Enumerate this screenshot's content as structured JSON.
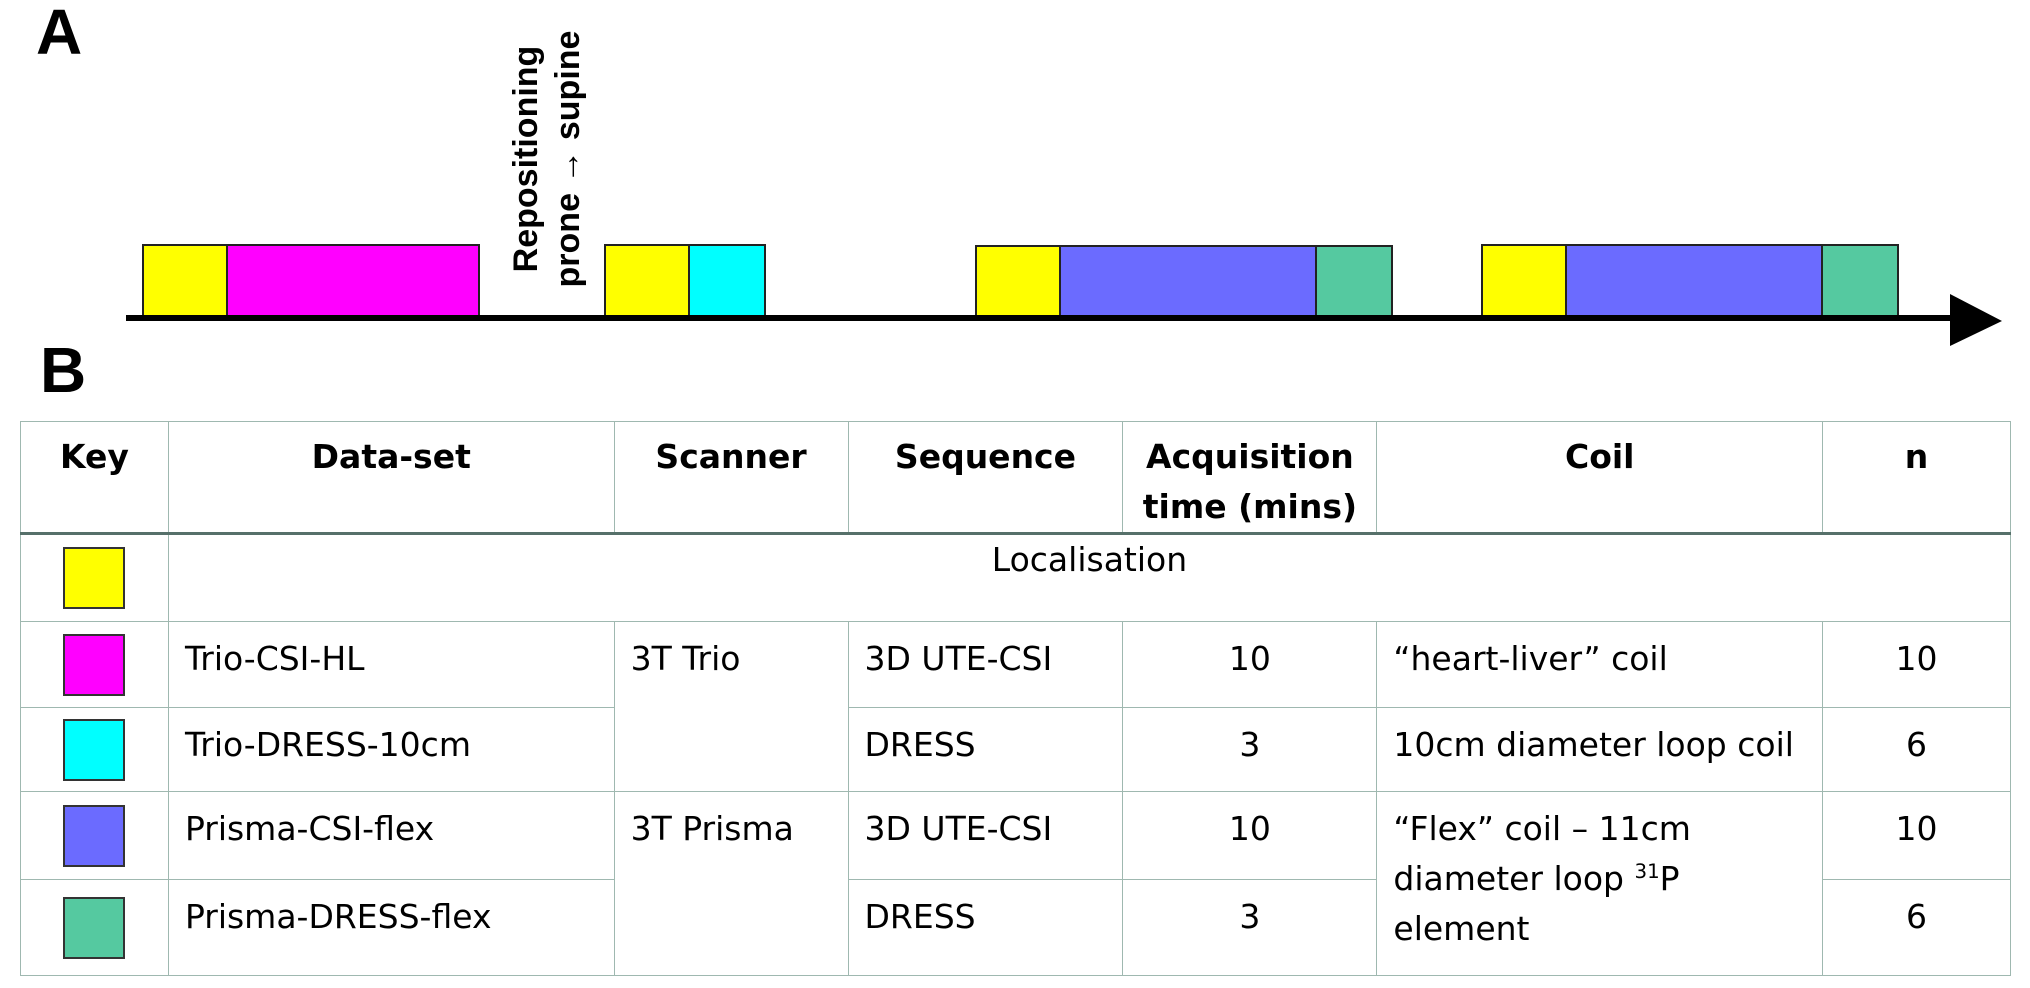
{
  "panel_a": {
    "label": "A",
    "repositioning_line1": "Repositioning",
    "repositioning_line2": "prone → supine"
  },
  "panel_b": {
    "label": "B"
  },
  "colors": {
    "localisation": "#FFFF00",
    "trio_csi_hl": "#FF00FF",
    "trio_dress_10cm": "#00FFFF",
    "prisma_csi_flex": "#6B6BFF",
    "prisma_dress_flex": "#55C9A0"
  },
  "timeline_blocks": [
    {
      "key": "localisation"
    },
    {
      "key": "trio_csi_hl"
    },
    {
      "key": "localisation"
    },
    {
      "key": "trio_dress_10cm"
    },
    {
      "key": "localisation"
    },
    {
      "key": "prisma_csi_flex"
    },
    {
      "key": "prisma_dress_flex"
    },
    {
      "key": "localisation"
    },
    {
      "key": "prisma_csi_flex"
    },
    {
      "key": "prisma_dress_flex"
    }
  ],
  "table": {
    "headers": {
      "key": "Key",
      "dataset": "Data-set",
      "scanner": "Scanner",
      "sequence": "Sequence",
      "acq_line1": "Acquisition",
      "acq_line2": "time (mins)",
      "coil": "Coil",
      "n": "n"
    },
    "localisation": "Localisation",
    "rows": [
      {
        "dataset": "Trio-CSI-HL",
        "sequence": "3D UTE-CSI",
        "time": "10",
        "coil": "“heart-liver” coil",
        "n": "10"
      },
      {
        "dataset": "Trio-DRESS-10cm",
        "sequence": "DRESS",
        "time": "3",
        "coil": "10cm diameter loop coil",
        "n": "6"
      },
      {
        "dataset": "Prisma-CSI-flex",
        "sequence": "3D UTE-CSI",
        "time": "10",
        "n": "10"
      },
      {
        "dataset": "Prisma-DRESS-flex",
        "sequence": "DRESS",
        "time": "3",
        "n": "6"
      }
    ],
    "scanner_trio": "3T Trio",
    "scanner_prisma": "3T Prisma",
    "prisma_coil_part1": "“Flex” coil – 11cm diameter loop ",
    "prisma_coil_sup": "31",
    "prisma_coil_part2": "P element"
  }
}
